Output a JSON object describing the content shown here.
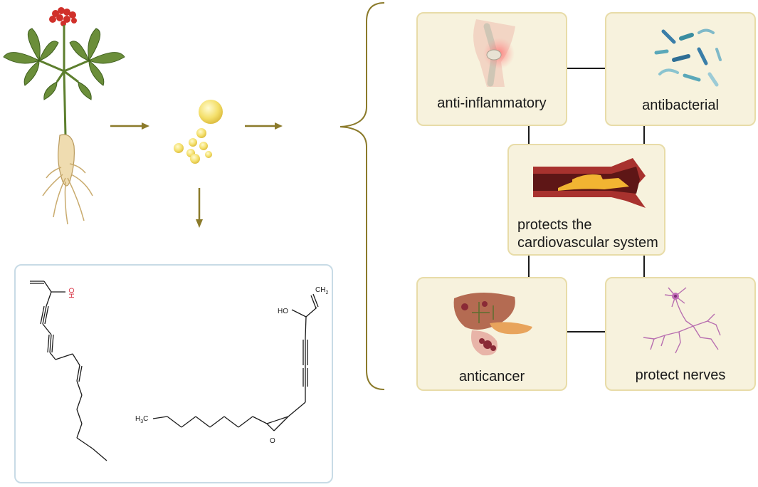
{
  "effects": {
    "anti_inflammatory": "anti-inflammatory",
    "antibacterial": "antibacterial",
    "cardiovascular_line1": "protects the",
    "cardiovascular_line2": "cardiovascular system",
    "anticancer": "anticancer",
    "protect_nerves": "protect nerves"
  },
  "molecule_labels": {
    "ho_left": "HO",
    "ho_right": "HO",
    "ch2": "CH",
    "ch2_sub": "2",
    "h3c_h": "H",
    "h3c_sub": "3",
    "h3c_c": "C",
    "epoxide_o": "O"
  },
  "colors": {
    "arrow": "#8b7a2a",
    "brace": "#8b7a2a",
    "card_bg": "#f7f2dd",
    "card_border": "#e8dca8",
    "mol_box_border": "#c8dbe6",
    "ho_highlight": "#d6283a"
  }
}
